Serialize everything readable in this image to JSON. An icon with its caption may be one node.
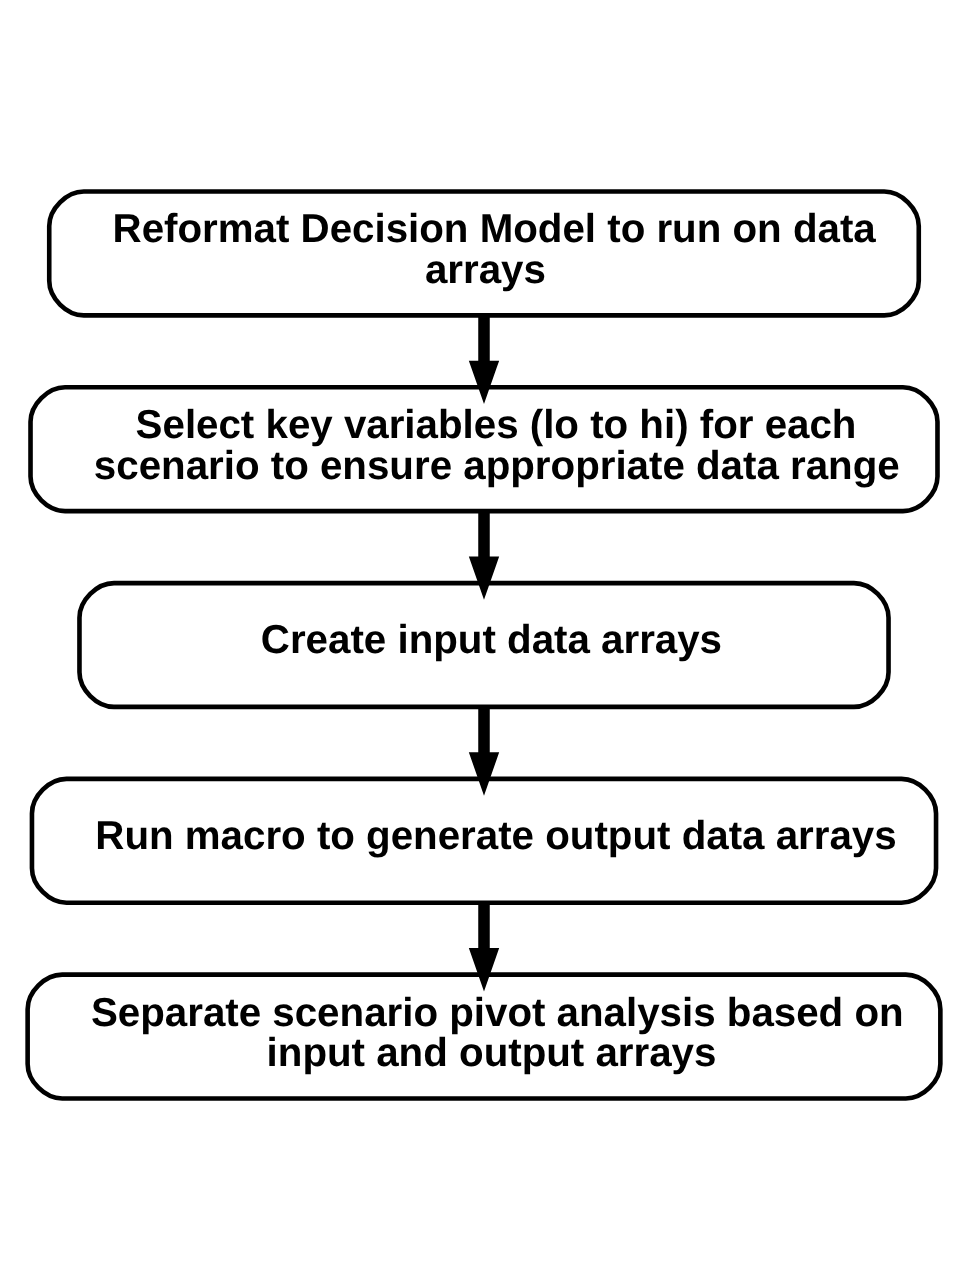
{
  "diagram": {
    "nodes": [
      {
        "text": [
          "Reformat Decision Model to run on data arrays"
        ]
      },
      {
        "text": [
          "Select key variables (lo to hi) for each scenario to ensure appropriate data range"
        ]
      },
      {
        "text": [
          "Create input data arrays"
        ]
      },
      {
        "text": [
          "Run macro to generate output data arrays"
        ]
      },
      {
        "text": [
          "Separate scenario pivot analysis based on input and output arrays"
        ]
      }
    ],
    "edges": [
      {
        "from": 0,
        "to": 1,
        "arrow": "to"
      },
      {
        "from": 1,
        "to": 2,
        "arrow": "to"
      },
      {
        "from": 2,
        "to": 3,
        "arrow": "to"
      },
      {
        "from": 3,
        "to": 4,
        "arrow": "to"
      }
    ]
  }
}
